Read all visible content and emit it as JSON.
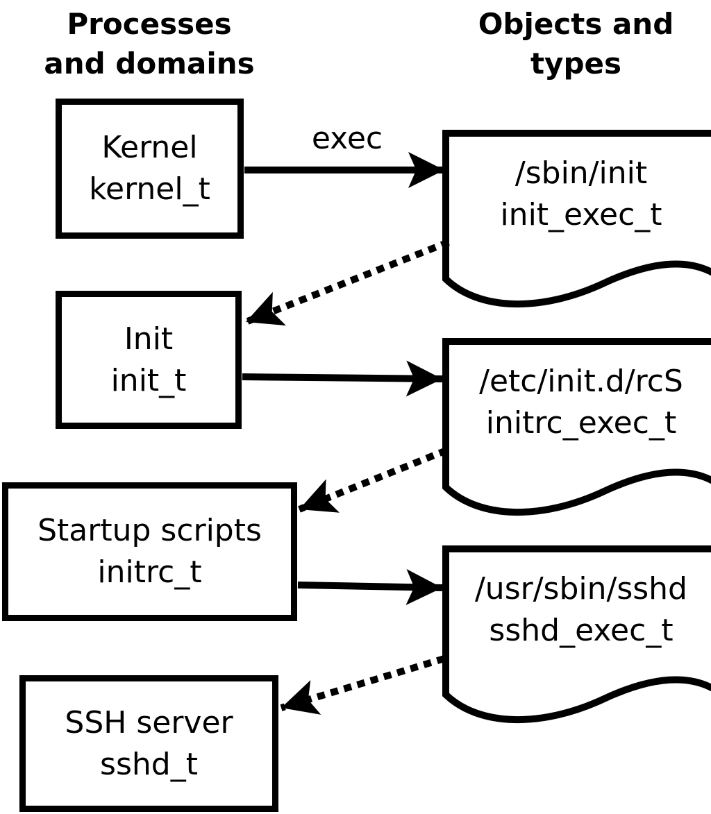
{
  "diagram": {
    "background_color": "#ffffff",
    "ink_color": "#000000",
    "headers": {
      "left": {
        "line1": "Processes",
        "line2": "and domains"
      },
      "right": {
        "line1": "Objects and",
        "line2": "types"
      }
    },
    "processes": [
      {
        "name": "Kernel",
        "type": "kernel_t"
      },
      {
        "name": "Init",
        "type": "init_t"
      },
      {
        "name": "Startup scripts",
        "type": "initrc_t"
      },
      {
        "name": "SSH server",
        "type": "sshd_t"
      }
    ],
    "objects": [
      {
        "path": "/sbin/init",
        "type": "init_exec_t"
      },
      {
        "path": "/etc/init.d/rcS",
        "type": "initrc_exec_t"
      },
      {
        "path": "/usr/sbin/sshd",
        "type": "sshd_exec_t"
      }
    ],
    "edges": {
      "exec_label": "exec",
      "transitions": [
        {
          "from": "kernel_t",
          "to": "init_exec_t",
          "style": "solid",
          "label": "exec"
        },
        {
          "from": "init_exec_t",
          "to": "init_t",
          "style": "dotted",
          "label": ""
        },
        {
          "from": "init_t",
          "to": "initrc_exec_t",
          "style": "solid",
          "label": ""
        },
        {
          "from": "initrc_exec_t",
          "to": "initrc_t",
          "style": "dotted",
          "label": ""
        },
        {
          "from": "initrc_t",
          "to": "sshd_exec_t",
          "style": "solid",
          "label": ""
        },
        {
          "from": "sshd_exec_t",
          "to": "sshd_t",
          "style": "dotted",
          "label": ""
        }
      ]
    }
  }
}
